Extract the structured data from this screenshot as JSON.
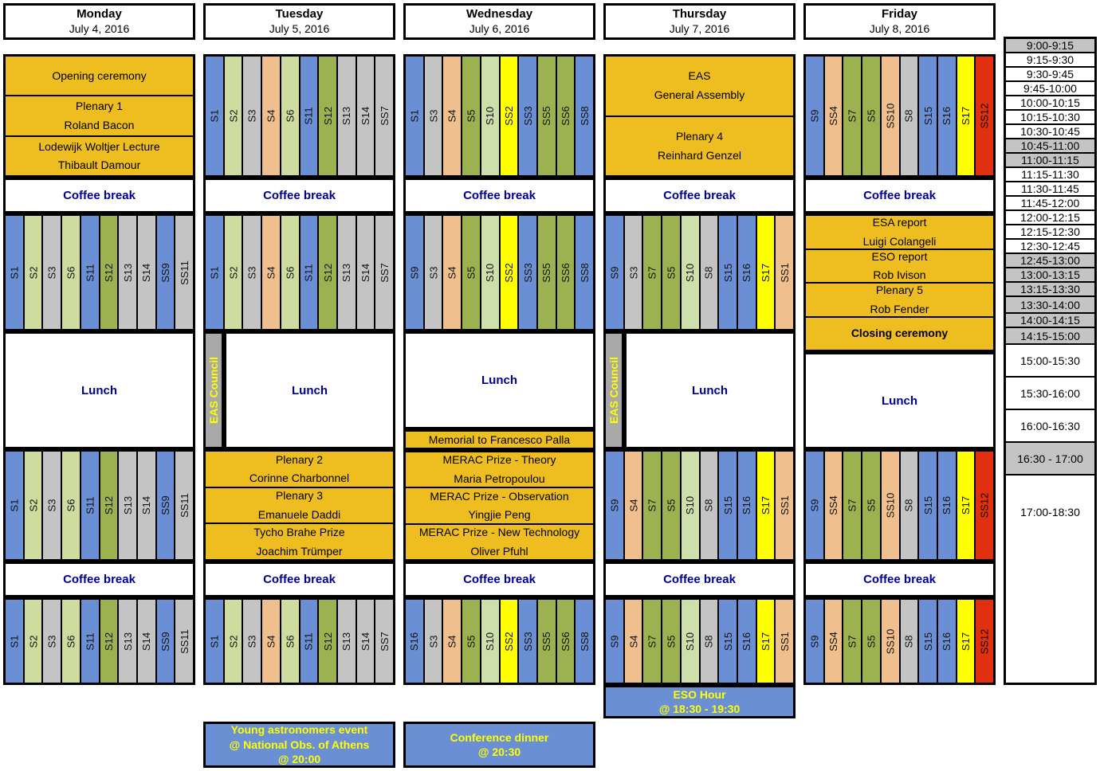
{
  "meta": {
    "title": "EAS / EWASS 2016 Conference Programme Grid",
    "labels": {
      "coffee_break": "Coffee break",
      "lunch": "Lunch",
      "eas_council": "EAS Council"
    },
    "colors": {
      "plenary_gold": "#eebe20",
      "session_blue": "#6a8fd4",
      "session_light_green": "#cfdca0",
      "session_gray": "#c4c4c4",
      "session_peach": "#efc08d",
      "session_green": "#9cb14f",
      "session_yellow": "#ffff00",
      "session_red": "#e03010",
      "council_gray": "#a8a8a8",
      "break_text_blue": "#00008f",
      "event_text_yellow": "#ffff00"
    }
  },
  "days": [
    {
      "name": "Monday",
      "date": "July 4, 2016"
    },
    {
      "name": "Tuesday",
      "date": "July 5, 2016"
    },
    {
      "name": "Wednesday",
      "date": "July 6, 2016"
    },
    {
      "name": "Thursday",
      "date": "July 7, 2016"
    },
    {
      "name": "Friday",
      "date": "July 8, 2016"
    }
  ],
  "time_slots": [
    {
      "label": "9:00-9:15",
      "shaded": true
    },
    {
      "label": "9:15-9:30",
      "shaded": false
    },
    {
      "label": "9:30-9:45",
      "shaded": false
    },
    {
      "label": "9:45-10:00",
      "shaded": false
    },
    {
      "label": "10:00-10:15",
      "shaded": false
    },
    {
      "label": "10:15-10:30",
      "shaded": false
    },
    {
      "label": "10:30-10:45",
      "shaded": false
    },
    {
      "label": "10:45-11:00",
      "shaded": true
    },
    {
      "label": "11:00-11:15",
      "shaded": true
    },
    {
      "label": "11:15-11:30",
      "shaded": false
    },
    {
      "label": "11:30-11:45",
      "shaded": false
    },
    {
      "label": "11:45-12:00",
      "shaded": false
    },
    {
      "label": "12:00-12:15",
      "shaded": false
    },
    {
      "label": "12:15-12:30",
      "shaded": false
    },
    {
      "label": "12:30-12:45",
      "shaded": false
    },
    {
      "label": "12:45-13:00",
      "shaded": true
    },
    {
      "label": "13:00-13:15",
      "shaded": true
    },
    {
      "label": "13:15-13:30",
      "shaded": true
    },
    {
      "label": "13:30-14:00",
      "shaded": true
    },
    {
      "label": "14:00-14:15",
      "shaded": true
    },
    {
      "label": "14:15-15:00",
      "shaded": true
    },
    {
      "label": "15:00-15:30",
      "shaded": false
    },
    {
      "label": "15:30-16:00",
      "shaded": false
    },
    {
      "label": "16:00-16:30",
      "shaded": false
    },
    {
      "label": "16:30 - 17:00",
      "shaded": true
    },
    {
      "label": "17:00-18:30",
      "shaded": false
    }
  ],
  "monday": {
    "morning_plenary": [
      {
        "lines": [
          "Opening ceremony"
        ],
        "bold": false
      },
      {
        "lines": [
          "Plenary 1",
          "Roland Bacon"
        ],
        "bold": false
      },
      {
        "lines": [
          "Lodewijk Woltjer Lecture",
          "Thibault Damour"
        ],
        "bold": false
      }
    ],
    "sessions_late_morning": [
      {
        "label": "S1",
        "color": "c-blue"
      },
      {
        "label": "S2",
        "color": "c-lgreen"
      },
      {
        "label": "S3",
        "color": "c-gray"
      },
      {
        "label": "S6",
        "color": "c-lgreen"
      },
      {
        "label": "S11",
        "color": "c-blue"
      },
      {
        "label": "S12",
        "color": "c-green"
      },
      {
        "label": "S13",
        "color": "c-gray"
      },
      {
        "label": "S14",
        "color": "c-gray"
      },
      {
        "label": "SS9",
        "color": "c-blue"
      },
      {
        "label": "SS11",
        "color": "c-gray"
      }
    ],
    "sessions_afternoon": [
      {
        "label": "S1",
        "color": "c-blue"
      },
      {
        "label": "S2",
        "color": "c-lgreen"
      },
      {
        "label": "S3",
        "color": "c-gray"
      },
      {
        "label": "S6",
        "color": "c-lgreen"
      },
      {
        "label": "S11",
        "color": "c-blue"
      },
      {
        "label": "S12",
        "color": "c-green"
      },
      {
        "label": "S13",
        "color": "c-gray"
      },
      {
        "label": "S14",
        "color": "c-gray"
      },
      {
        "label": "SS9",
        "color": "c-blue"
      },
      {
        "label": "SS11",
        "color": "c-gray"
      }
    ],
    "sessions_evening": [
      {
        "label": "S1",
        "color": "c-blue"
      },
      {
        "label": "S2",
        "color": "c-lgreen"
      },
      {
        "label": "S3",
        "color": "c-gray"
      },
      {
        "label": "S6",
        "color": "c-lgreen"
      },
      {
        "label": "S11",
        "color": "c-blue"
      },
      {
        "label": "S12",
        "color": "c-green"
      },
      {
        "label": "S13",
        "color": "c-gray"
      },
      {
        "label": "S14",
        "color": "c-gray"
      },
      {
        "label": "SS9",
        "color": "c-blue"
      },
      {
        "label": "SS11",
        "color": "c-gray"
      }
    ]
  },
  "tuesday": {
    "sessions_early": [
      {
        "label": "S1",
        "color": "c-blue"
      },
      {
        "label": "S2",
        "color": "c-lgreen"
      },
      {
        "label": "S3",
        "color": "c-gray"
      },
      {
        "label": "S4",
        "color": "c-peach"
      },
      {
        "label": "S6",
        "color": "c-lgreen"
      },
      {
        "label": "S11",
        "color": "c-blue"
      },
      {
        "label": "S12",
        "color": "c-green"
      },
      {
        "label": "S13",
        "color": "c-gray"
      },
      {
        "label": "S14",
        "color": "c-gray"
      },
      {
        "label": "SS7",
        "color": "c-gray"
      }
    ],
    "sessions_late_morning": [
      {
        "label": "S1",
        "color": "c-blue"
      },
      {
        "label": "S2",
        "color": "c-lgreen"
      },
      {
        "label": "S3",
        "color": "c-gray"
      },
      {
        "label": "S4",
        "color": "c-peach"
      },
      {
        "label": "S6",
        "color": "c-lgreen"
      },
      {
        "label": "S11",
        "color": "c-blue"
      },
      {
        "label": "S12",
        "color": "c-green"
      },
      {
        "label": "S13",
        "color": "c-gray"
      },
      {
        "label": "S14",
        "color": "c-gray"
      },
      {
        "label": "SS7",
        "color": "c-gray"
      }
    ],
    "afternoon_plenary": [
      {
        "lines": [
          "Plenary 2",
          "Corinne Charbonnel"
        ],
        "bold": false
      },
      {
        "lines": [
          "Plenary 3",
          "Emanuele Daddi"
        ],
        "bold": false
      },
      {
        "lines": [
          "Tycho Brahe Prize",
          "Joachim Trümper"
        ],
        "bold": false
      }
    ],
    "sessions_evening": [
      {
        "label": "S1",
        "color": "c-blue"
      },
      {
        "label": "S2",
        "color": "c-lgreen"
      },
      {
        "label": "S3",
        "color": "c-gray"
      },
      {
        "label": "S4",
        "color": "c-peach"
      },
      {
        "label": "S6",
        "color": "c-lgreen"
      },
      {
        "label": "S11",
        "color": "c-blue"
      },
      {
        "label": "S12",
        "color": "c-green"
      },
      {
        "label": "S13",
        "color": "c-gray"
      },
      {
        "label": "S14",
        "color": "c-gray"
      },
      {
        "label": "SS7",
        "color": "c-gray"
      }
    ]
  },
  "wednesday": {
    "sessions_early": [
      {
        "label": "S1",
        "color": "c-blue"
      },
      {
        "label": "S3",
        "color": "c-gray"
      },
      {
        "label": "S4",
        "color": "c-peach"
      },
      {
        "label": "S5",
        "color": "c-green"
      },
      {
        "label": "S10",
        "color": "c-paleg"
      },
      {
        "label": "SS2",
        "color": "c-yellow"
      },
      {
        "label": "SS3",
        "color": "c-blue"
      },
      {
        "label": "SS5",
        "color": "c-green"
      },
      {
        "label": "SS6",
        "color": "c-green"
      },
      {
        "label": "SS8",
        "color": "c-blue"
      }
    ],
    "sessions_late_morning": [
      {
        "label": "S9",
        "color": "c-blue"
      },
      {
        "label": "S3",
        "color": "c-gray"
      },
      {
        "label": "S4",
        "color": "c-peach"
      },
      {
        "label": "S5",
        "color": "c-green"
      },
      {
        "label": "S10",
        "color": "c-paleg"
      },
      {
        "label": "SS2",
        "color": "c-yellow"
      },
      {
        "label": "SS3",
        "color": "c-blue"
      },
      {
        "label": "SS5",
        "color": "c-green"
      },
      {
        "label": "SS6",
        "color": "c-green"
      },
      {
        "label": "SS8",
        "color": "c-blue"
      }
    ],
    "memorial": "Memorial to Francesco Palla",
    "afternoon_plenary": [
      {
        "lines": [
          "MERAC Prize - Theory",
          "Maria Petropoulou"
        ],
        "bold": false
      },
      {
        "lines": [
          "MERAC Prize - Observation",
          "Yingjie Peng"
        ],
        "bold": false
      },
      {
        "lines": [
          "MERAC Prize - New Technology",
          "Oliver Pfuhl"
        ],
        "bold": false
      }
    ],
    "sessions_evening": [
      {
        "label": "S16",
        "color": "c-blue"
      },
      {
        "label": "S3",
        "color": "c-gray"
      },
      {
        "label": "S4",
        "color": "c-peach"
      },
      {
        "label": "S5",
        "color": "c-green"
      },
      {
        "label": "S10",
        "color": "c-paleg"
      },
      {
        "label": "SS2",
        "color": "c-yellow"
      },
      {
        "label": "SS3",
        "color": "c-blue"
      },
      {
        "label": "SS5",
        "color": "c-green"
      },
      {
        "label": "SS6",
        "color": "c-green"
      },
      {
        "label": "SS8",
        "color": "c-blue"
      }
    ]
  },
  "thursday": {
    "morning_plenary": [
      {
        "lines": [
          "EAS",
          "General Assembly"
        ],
        "bold": false
      },
      {
        "lines": [
          "Plenary 4",
          "Reinhard Genzel"
        ],
        "bold": false
      }
    ],
    "sessions_late_morning": [
      {
        "label": "S9",
        "color": "c-blue"
      },
      {
        "label": "S3",
        "color": "c-gray"
      },
      {
        "label": "S7",
        "color": "c-green"
      },
      {
        "label": "S5",
        "color": "c-green"
      },
      {
        "label": "S10",
        "color": "c-paleg"
      },
      {
        "label": "S8",
        "color": "c-gray"
      },
      {
        "label": "S15",
        "color": "c-blue"
      },
      {
        "label": "S16",
        "color": "c-blue"
      },
      {
        "label": "S17",
        "color": "c-yellow"
      },
      {
        "label": "SS1",
        "color": "c-peach"
      }
    ],
    "sessions_afternoon": [
      {
        "label": "S9",
        "color": "c-blue"
      },
      {
        "label": "S4",
        "color": "c-peach"
      },
      {
        "label": "S7",
        "color": "c-green"
      },
      {
        "label": "S5",
        "color": "c-green"
      },
      {
        "label": "S10",
        "color": "c-paleg"
      },
      {
        "label": "S8",
        "color": "c-gray"
      },
      {
        "label": "S15",
        "color": "c-blue"
      },
      {
        "label": "S16",
        "color": "c-blue"
      },
      {
        "label": "S17",
        "color": "c-yellow"
      },
      {
        "label": "SS1",
        "color": "c-peach"
      }
    ],
    "sessions_evening": [
      {
        "label": "S9",
        "color": "c-blue"
      },
      {
        "label": "S4",
        "color": "c-peach"
      },
      {
        "label": "S7",
        "color": "c-green"
      },
      {
        "label": "S5",
        "color": "c-green"
      },
      {
        "label": "S10",
        "color": "c-paleg"
      },
      {
        "label": "S8",
        "color": "c-gray"
      },
      {
        "label": "S15",
        "color": "c-blue"
      },
      {
        "label": "S16",
        "color": "c-blue"
      },
      {
        "label": "S17",
        "color": "c-yellow"
      },
      {
        "label": "SS1",
        "color": "c-peach"
      }
    ]
  },
  "friday": {
    "sessions_morning": [
      {
        "label": "S9",
        "color": "c-blue"
      },
      {
        "label": "SS4",
        "color": "c-peach"
      },
      {
        "label": "S7",
        "color": "c-green"
      },
      {
        "label": "S5",
        "color": "c-green"
      },
      {
        "label": "SS10",
        "color": "c-peach"
      },
      {
        "label": "S8",
        "color": "c-gray"
      },
      {
        "label": "S15",
        "color": "c-blue"
      },
      {
        "label": "S16",
        "color": "c-blue"
      },
      {
        "label": "S17",
        "color": "c-yellow"
      },
      {
        "label": "SS12",
        "color": "c-red"
      }
    ],
    "midday_plenary": [
      {
        "lines": [
          "ESA report",
          "Luigi Colangeli"
        ],
        "bold": false
      },
      {
        "lines": [
          "ESO report",
          "Rob Ivison"
        ],
        "bold": false
      },
      {
        "lines": [
          "Plenary 5",
          "Rob Fender"
        ],
        "bold": false
      },
      {
        "lines": [
          "Closing ceremony"
        ],
        "bold": true
      }
    ],
    "sessions_afternoon": [
      {
        "label": "S9",
        "color": "c-blue"
      },
      {
        "label": "SS4",
        "color": "c-peach"
      },
      {
        "label": "S7",
        "color": "c-green"
      },
      {
        "label": "S5",
        "color": "c-green"
      },
      {
        "label": "SS10",
        "color": "c-peach"
      },
      {
        "label": "S8",
        "color": "c-gray"
      },
      {
        "label": "S15",
        "color": "c-blue"
      },
      {
        "label": "S16",
        "color": "c-blue"
      },
      {
        "label": "S17",
        "color": "c-yellow"
      },
      {
        "label": "SS12",
        "color": "c-red"
      }
    ],
    "sessions_evening": [
      {
        "label": "S9",
        "color": "c-blue"
      },
      {
        "label": "SS4",
        "color": "c-peach"
      },
      {
        "label": "S7",
        "color": "c-green"
      },
      {
        "label": "S5",
        "color": "c-green"
      },
      {
        "label": "SS10",
        "color": "c-peach"
      },
      {
        "label": "S8",
        "color": "c-gray"
      },
      {
        "label": "S15",
        "color": "c-blue"
      },
      {
        "label": "S16",
        "color": "c-blue"
      },
      {
        "label": "S17",
        "color": "c-yellow"
      },
      {
        "label": "SS12",
        "color": "c-red"
      }
    ]
  },
  "evening_events": [
    {
      "id": "young-astronomers",
      "lines": [
        "Young astronomers event",
        "@ National Obs. of Athens",
        "@ 20:00"
      ]
    },
    {
      "id": "conference-dinner",
      "lines": [
        "Conference dinner",
        "@ 20:30"
      ]
    },
    {
      "id": "eso-hour",
      "lines": [
        "ESO Hour",
        "@ 18:30 - 19:30"
      ]
    }
  ]
}
